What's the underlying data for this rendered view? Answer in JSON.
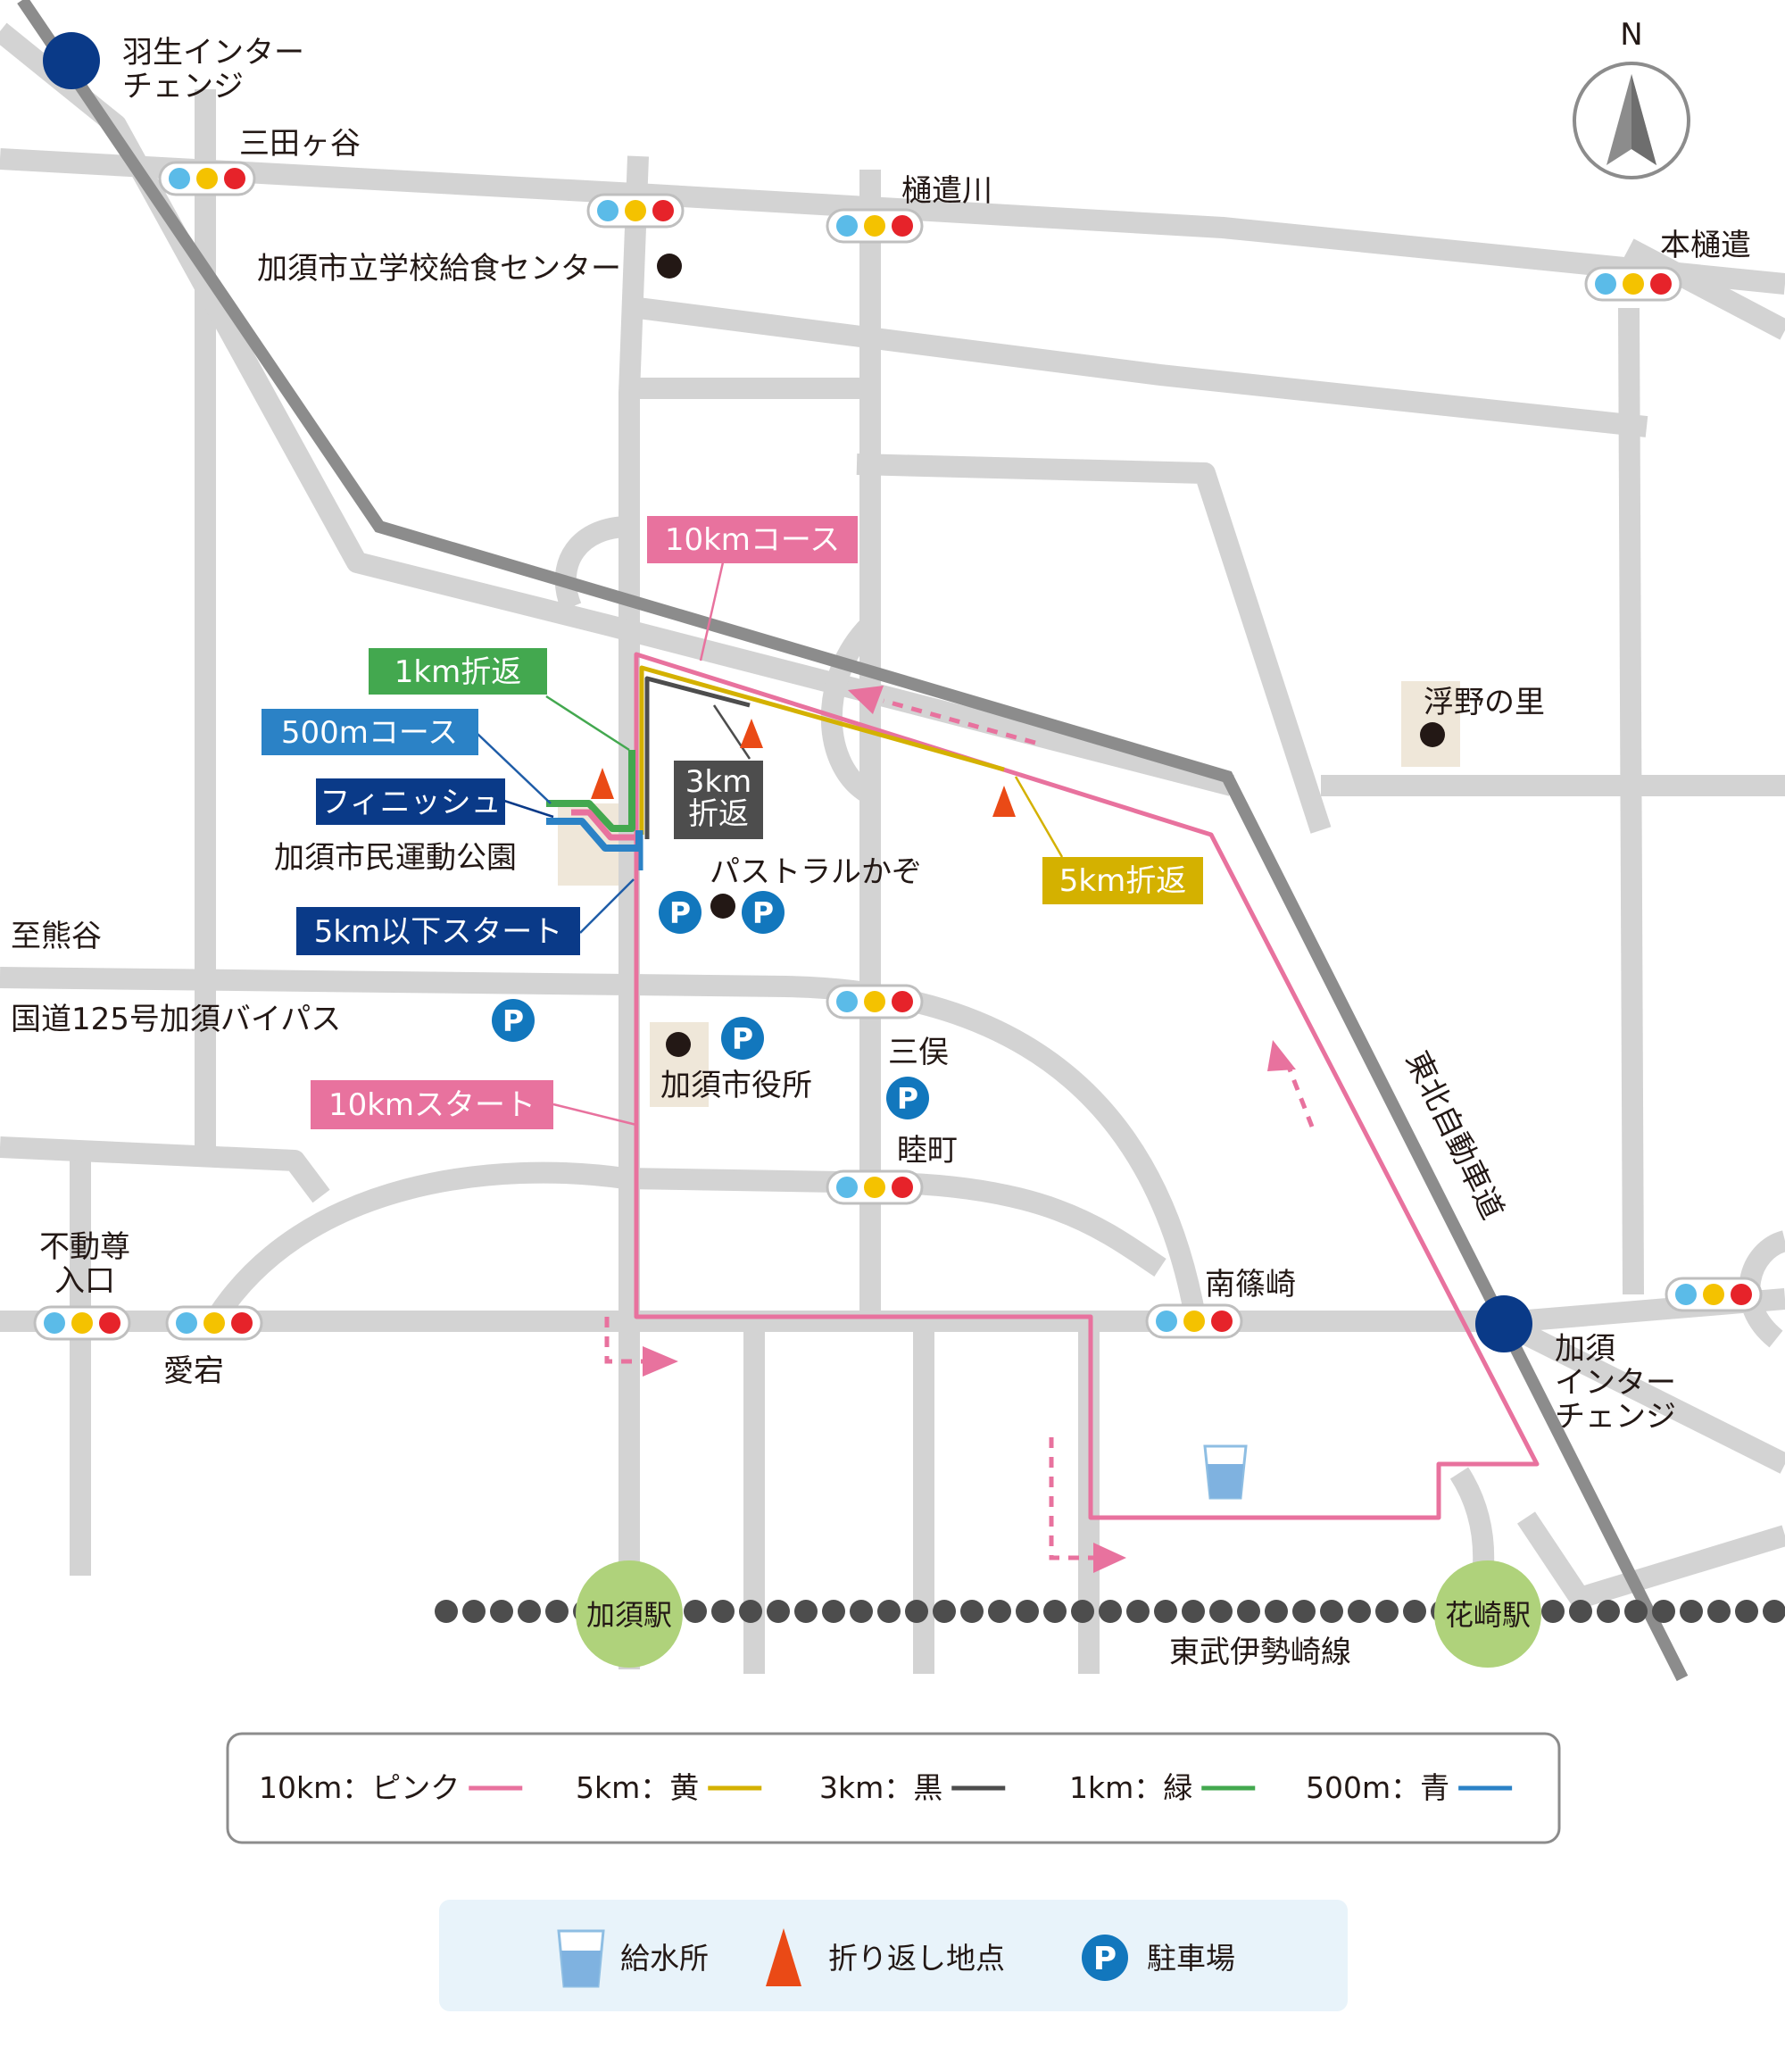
{
  "compass": "N",
  "colors": {
    "road": "#d3d3d3",
    "expressway": "#8c8c8c",
    "pink": "#e8729e",
    "yellow": "#d4b100",
    "black": "#4d4d4d",
    "green": "#43a84f",
    "blue": "#2b82c6",
    "navy": "#0a3a88",
    "station": "#afd27b",
    "signal_blue": "#5bbbe8",
    "signal_yellow": "#f4c200",
    "signal_red": "#e6232a",
    "parking": "#1277bd",
    "cone": "#ea4a16",
    "legend_bg": "#e8f3fa"
  },
  "interchanges": {
    "hanyu": "羽生インター\nチェンジ",
    "kazo": "加須\nインター\nチェンジ"
  },
  "places": {
    "mitagaya": "三田ヶ谷",
    "tokyugawa": "樋遣川",
    "kyushoku": "加須市立学校給食センター",
    "hontoyu": "本樋遣",
    "ukinosato": "浮野の里",
    "undokoen": "加須市民運動公園",
    "pastoral": "パストラルかぞ",
    "shiyakusho": "加須市役所",
    "mimata": "三俣",
    "mutsumachi": "睦町",
    "minamishinozaki": "南篠崎",
    "fudoson": "不動尊\n入口",
    "atago": "愛宕",
    "kumagaya": "至熊谷",
    "bypass": "国道125号加須バイパス",
    "expressway": "東北自動車道",
    "tobu_line": "東武伊勢崎線"
  },
  "stations": {
    "kazo": "加須駅",
    "hanasaki": "花崎駅"
  },
  "course_tags": {
    "course10": "10kmコース",
    "turn1": "1km折返",
    "course500": "500mコース",
    "finish": "フィニッシュ",
    "start5": "5km以下スタート",
    "turn3": "3km\n折返",
    "turn5": "5km折返",
    "start10": "10kmスタート"
  },
  "legend": [
    {
      "label": "10km：ピンク",
      "color": "#e8729e"
    },
    {
      "label": "5km：黄",
      "color": "#d4b100"
    },
    {
      "label": "3km：黒",
      "color": "#4d4d4d"
    },
    {
      "label": "1km：緑",
      "color": "#43a84f"
    },
    {
      "label": "500m：青",
      "color": "#2b82c6"
    }
  ],
  "symbol_legend": {
    "water": "給水所",
    "turn": "折り返し地点",
    "parking": "駐車場",
    "parking_letter": "P"
  }
}
